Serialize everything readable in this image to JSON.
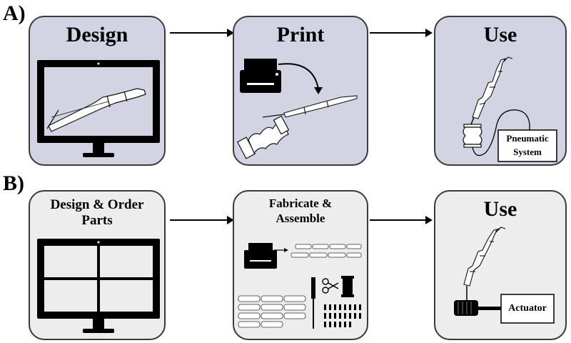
{
  "row_a": {
    "label": "A)",
    "design_title": "Design",
    "print_title": "Print",
    "use_title": "Use",
    "pneumatic_line1": "Pneumatic",
    "pneumatic_line2": "System"
  },
  "row_b": {
    "label": "B)",
    "design_title_line1": "Design & Order",
    "design_title_line2": "Parts",
    "fabricate_title_line1": "Fabricate &",
    "fabricate_title_line2": "Assemble",
    "use_title": "Use",
    "actuator_label": "Actuator"
  }
}
